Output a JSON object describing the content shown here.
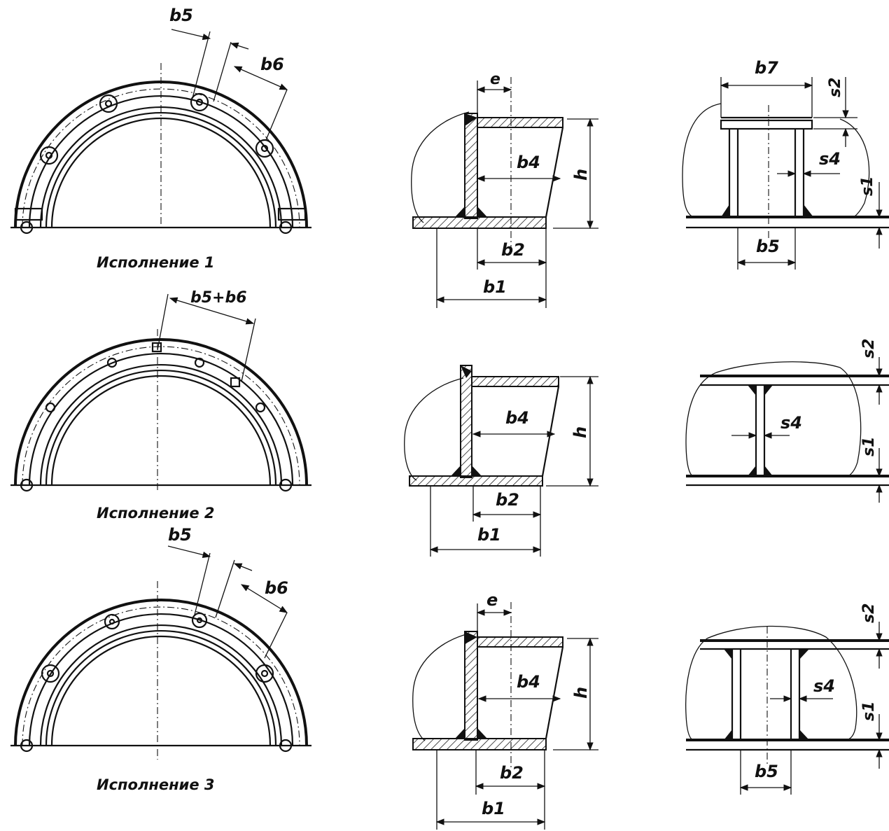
{
  "captions": {
    "v1": "Исполнение 1",
    "v2": "Исполнение 2",
    "v3": "Исполнение 3"
  },
  "labels": {
    "b1": "b1",
    "b2": "b2",
    "b4": "b4",
    "b5": "b5",
    "b6": "b6",
    "b7": "b7",
    "b5b6": "b5+b6",
    "h": "h",
    "e": "e",
    "s1": "s1",
    "s2": "s2",
    "s4": "s4"
  }
}
